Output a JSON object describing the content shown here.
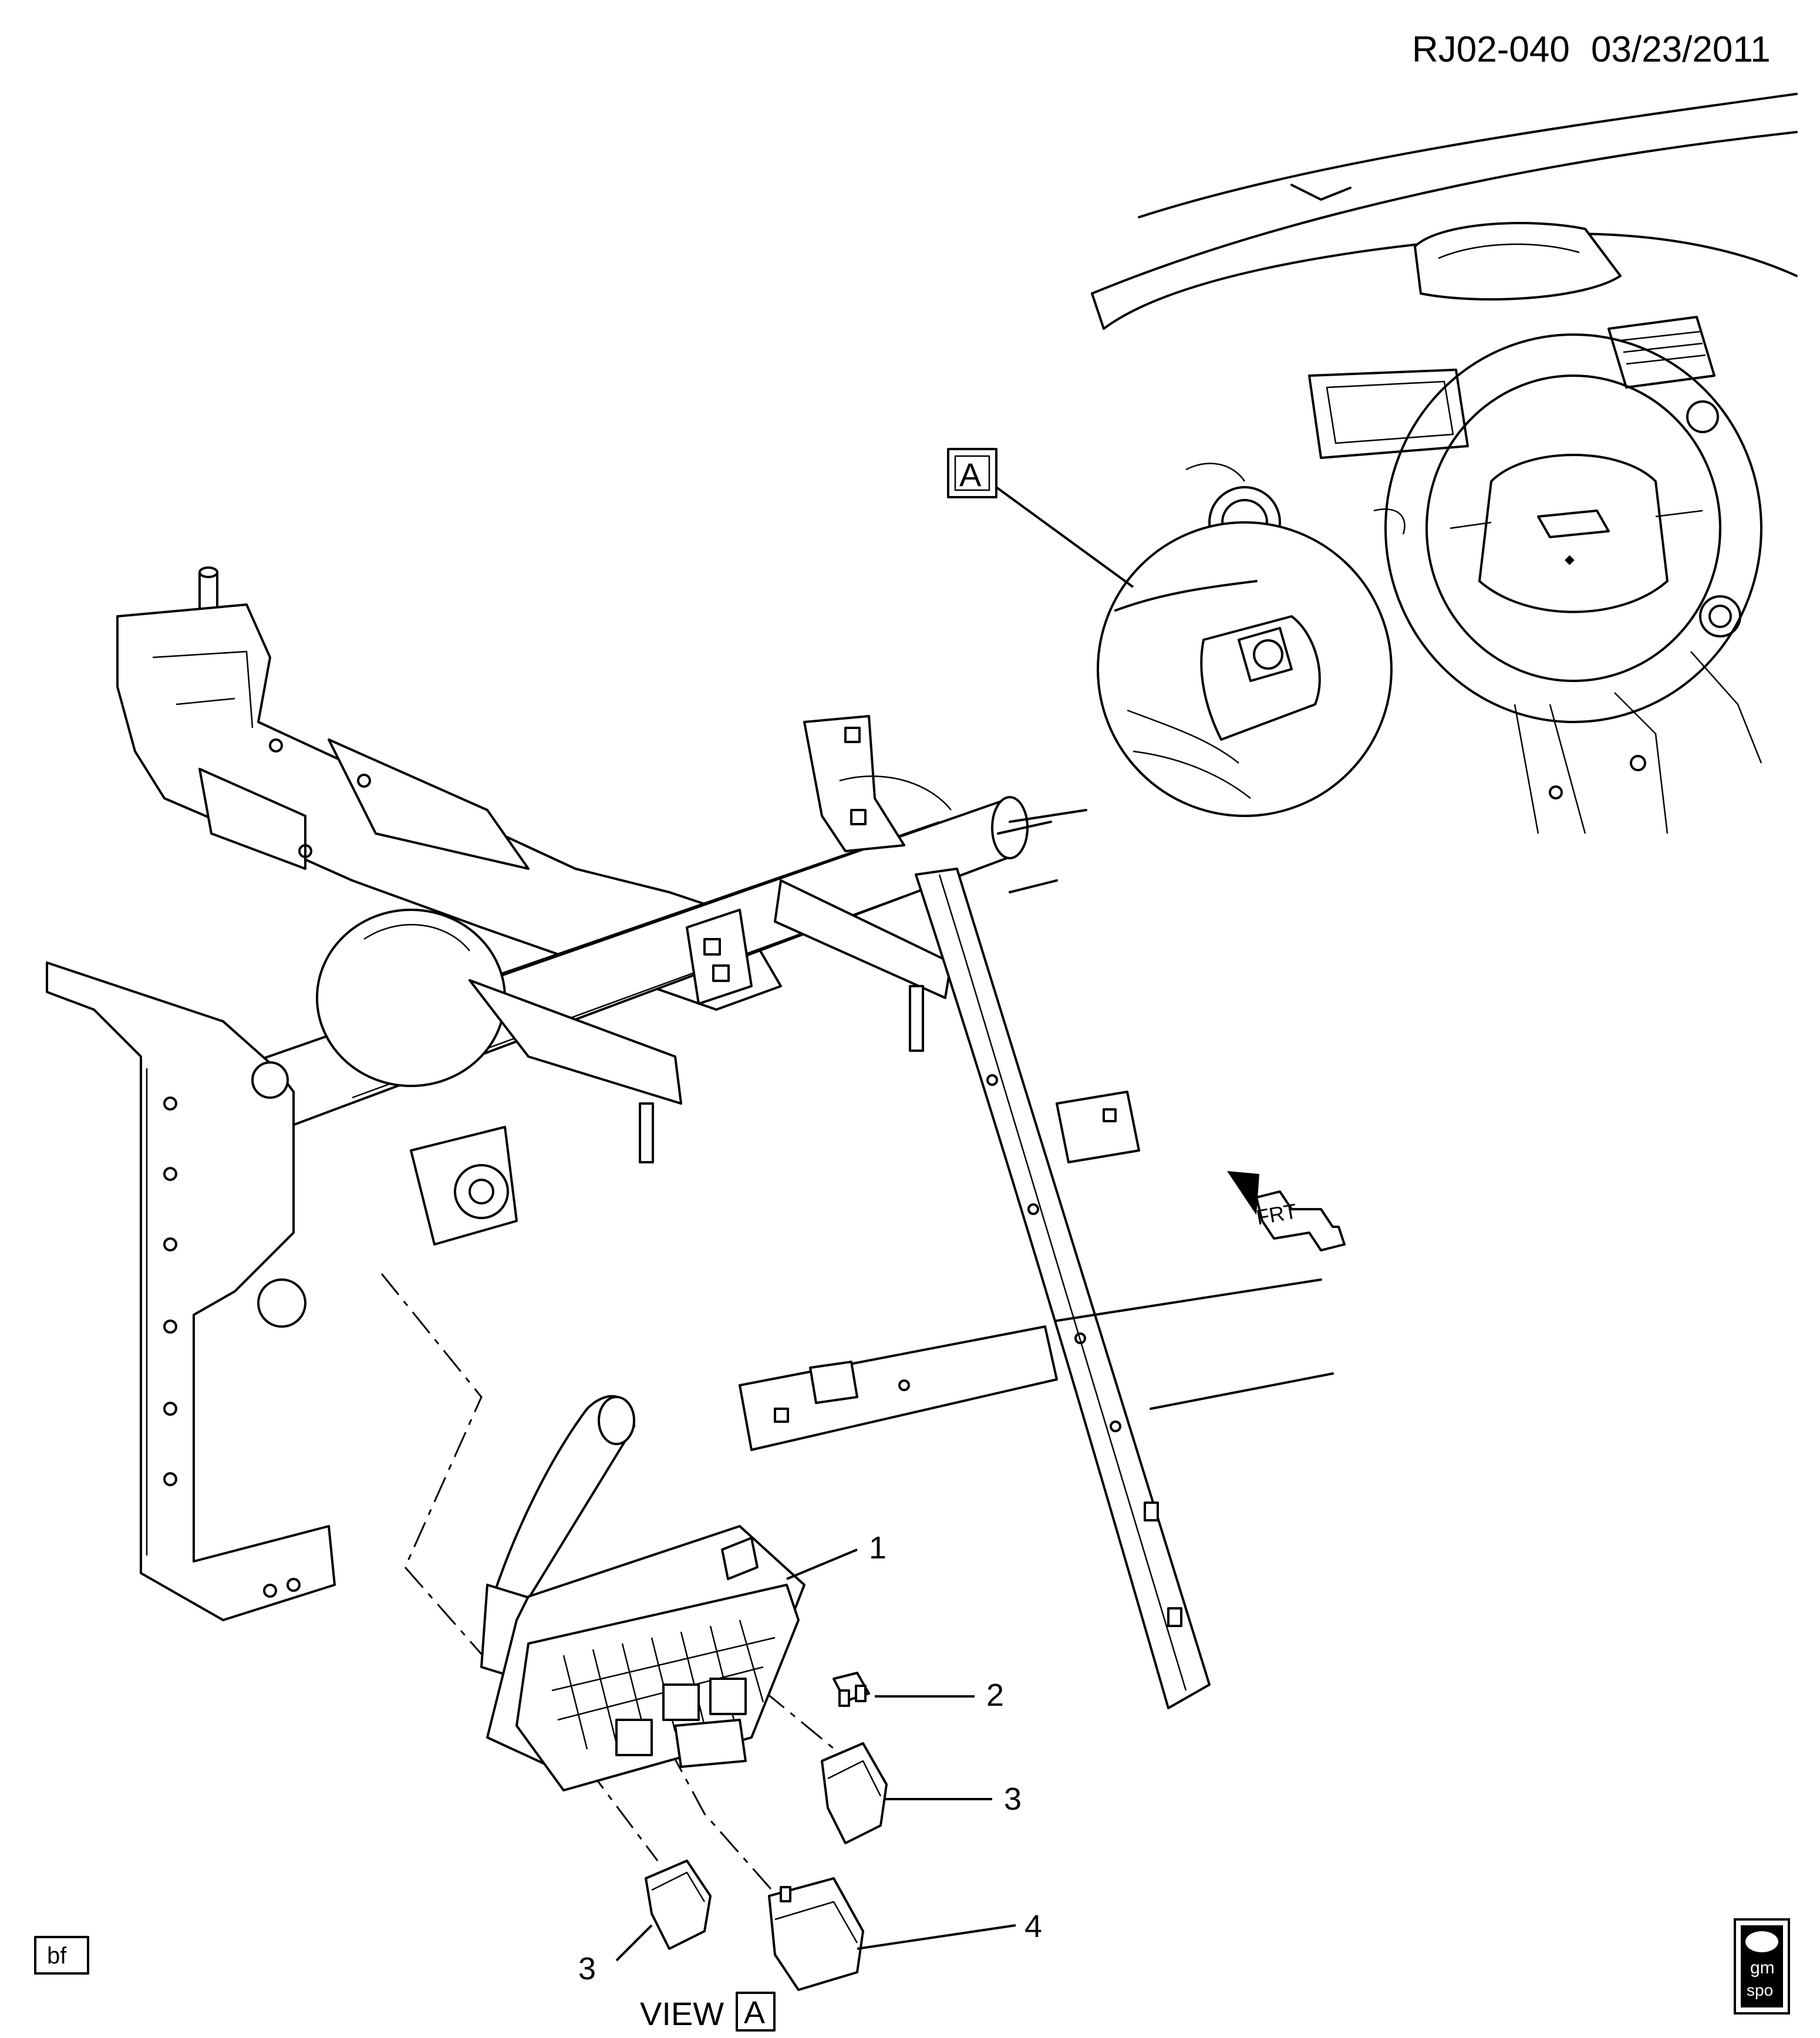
{
  "header": {
    "diagram_id": "RJ02-040",
    "date": "03/23/2011"
  },
  "callouts": {
    "view_letter": "A",
    "item1": "1",
    "item2": "2",
    "item3a": "3",
    "item3b": "3",
    "item4": "4"
  },
  "front_indicator": {
    "label": "FRT"
  },
  "view_caption": {
    "text": "VIEW",
    "letter": "A"
  },
  "bottom_left_code": "bf",
  "logo": {
    "line1": "gm",
    "line2": "spo"
  }
}
